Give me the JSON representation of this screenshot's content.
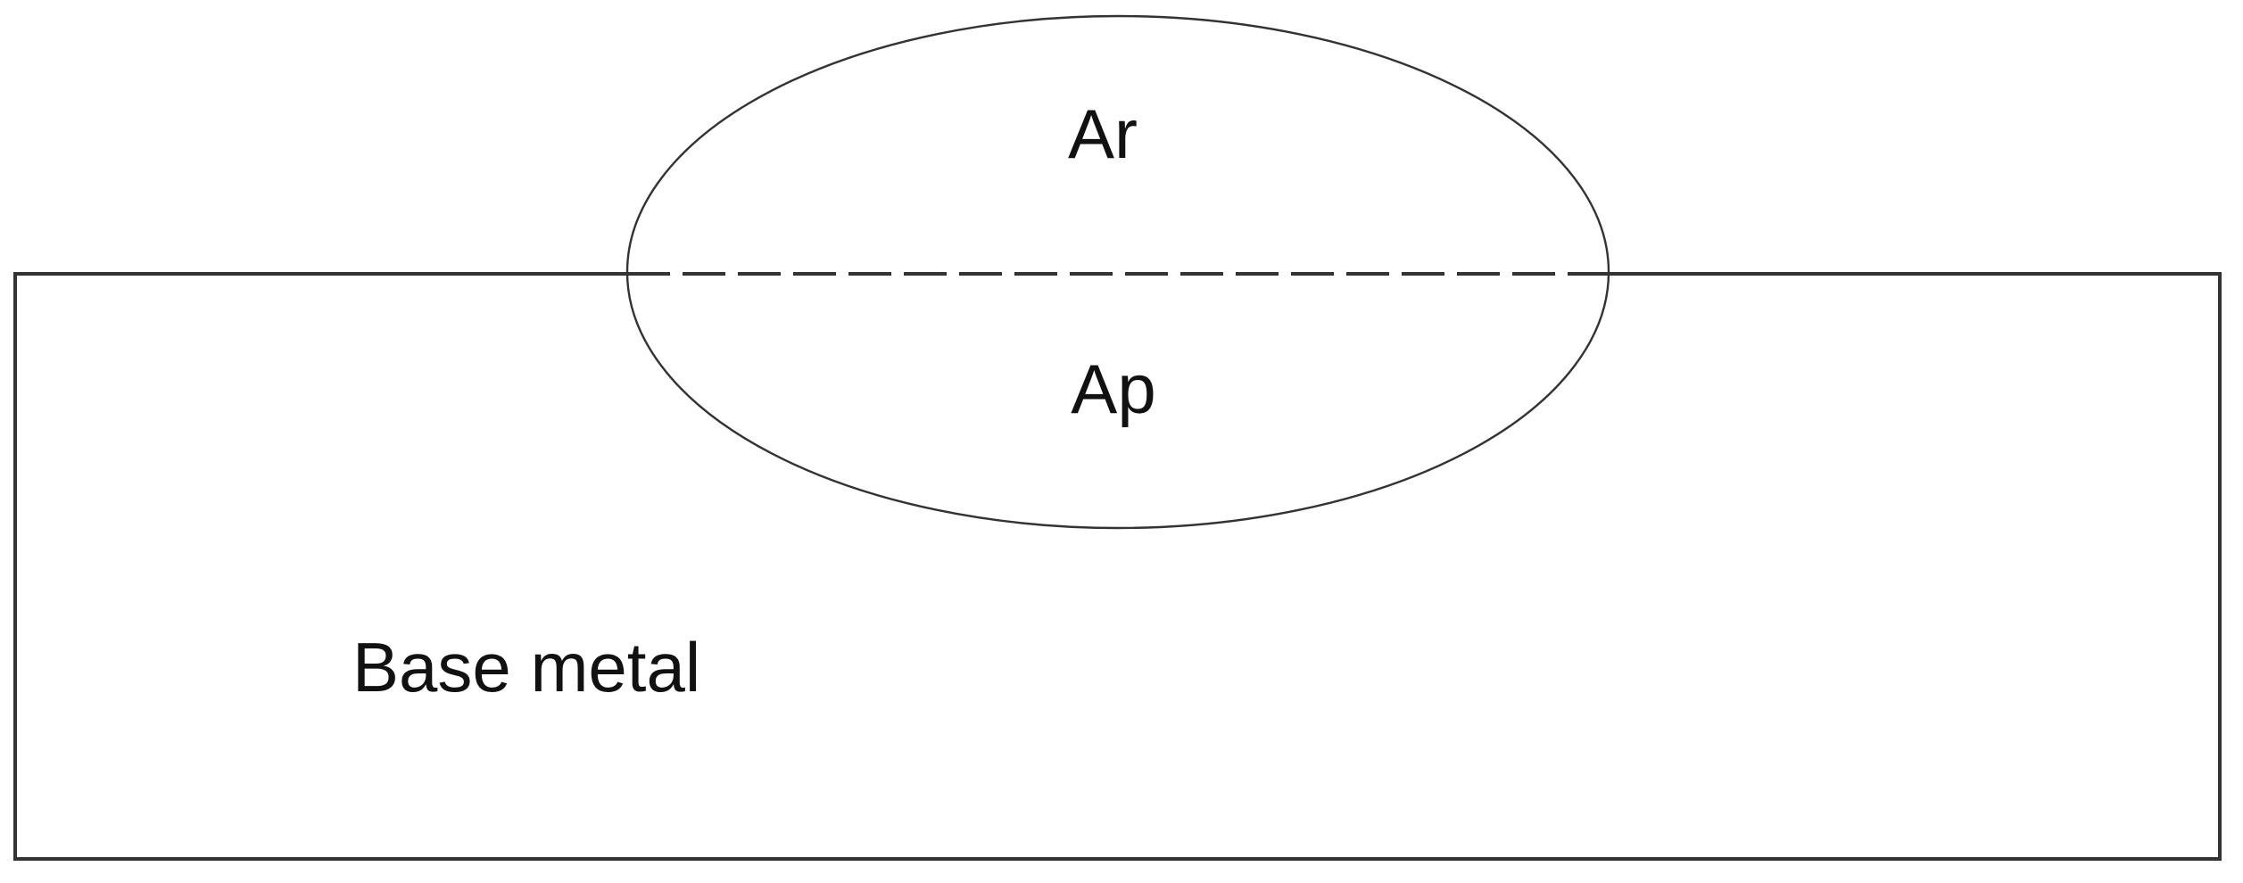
{
  "diagram": {
    "labels": {
      "reinforcement_area": "Ar",
      "penetration_area": "Ap",
      "base_metal": "Base metal"
    },
    "colors": {
      "line": "#333333",
      "text": "#111111",
      "background": "#ffffff"
    }
  }
}
